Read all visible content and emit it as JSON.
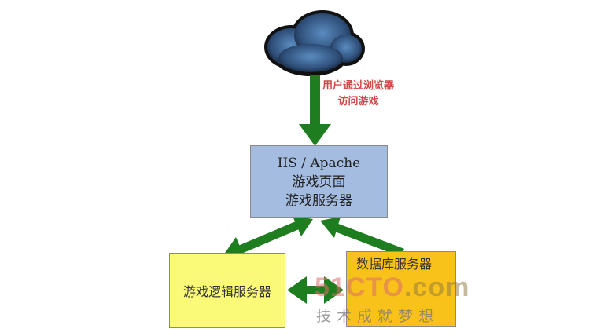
{
  "browser_label": [
    "用户通过浏览器",
    "访问游戏"
  ],
  "web_server": {
    "lines": [
      "IIS /  Apache",
      "游戏页面",
      "游戏服务器"
    ]
  },
  "logic_server": {
    "label": "游戏逻辑服务器"
  },
  "db_server": {
    "label": "数据库服务器"
  },
  "watermark": {
    "brand": "51CTO",
    "domain": ".com",
    "slogan": "技术成就梦想"
  },
  "colors": {
    "arrow": "#1e7d1e",
    "web": "#a3bce0",
    "logic": "#fafa78",
    "db": "#f8c21a",
    "label": "#d04848"
  }
}
